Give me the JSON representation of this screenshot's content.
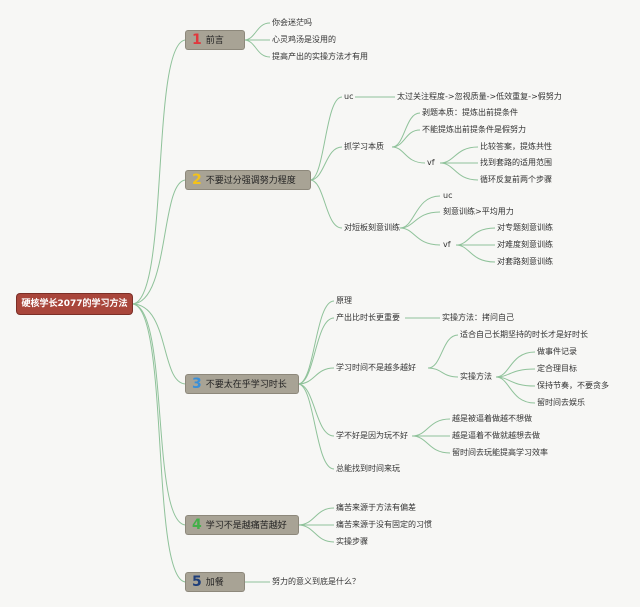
{
  "root": {
    "label": "硬核学长2077的学习方法"
  },
  "colors": {
    "root_bg": "#a9463b",
    "topic_bg": "#a8a395",
    "line": "#8fc29a",
    "num1": "#e0393e",
    "num2": "#f3c21a",
    "num3": "#3a8fd8",
    "num4": "#43b04a",
    "num5": "#1f3f7a"
  },
  "topics": [
    {
      "num": "1",
      "label": "前言",
      "children": [
        "你会迷茫吗",
        "心灵鸡汤是没用的",
        "提高产出的实操方法才有用"
      ]
    },
    {
      "num": "2",
      "label": "不要过分强调努力程度",
      "uc": "uc",
      "uc_child": "太过关注程度->忽视质量->低效重复->假努力",
      "study": "抓学习本质",
      "study_children": [
        "剥题本质：提炼出前提条件",
        "不能提炼出前提条件是假努力"
      ],
      "vf": "vf",
      "vf_children": [
        "比较答案，提炼共性",
        "找到套路的适用范围",
        "循环反复前两个步骤"
      ],
      "train": "对短板刻意训练",
      "train_uc": "uc",
      "train_child": "刻意训练>平均用力",
      "train_vf": "vf",
      "train_vf_children": [
        "对专题刻意训练",
        "对难度刻意训练",
        "对套路刻意训练"
      ]
    },
    {
      "num": "3",
      "label": "不要太在乎学习时长",
      "principle": "原理",
      "output": "产出比时长更重要",
      "output_child": "实操方法：拷问自己",
      "longer": "学习时间不是越多越好",
      "longer_child": "适合自己长期坚持的时长才是好时长",
      "method": "实操方法",
      "method_children": [
        "做事件记录",
        "定合理目标",
        "保持节奏，不要贪多",
        "留时间去娱乐"
      ],
      "play": "学不好是因为玩不好",
      "play_children": [
        "越是被逼着做越不想做",
        "越是逼着不做就越想去做",
        "留时间去玩能提高学习效率"
      ],
      "find_time": "总能找到时间来玩"
    },
    {
      "num": "4",
      "label": "学习不是越痛苦越好",
      "children": [
        "痛苦来源于方法有偏差",
        "痛苦来源于没有固定的习惯",
        "实操步骤"
      ]
    },
    {
      "num": "5",
      "label": "加餐",
      "children": [
        "努力的意义到底是什么？"
      ]
    }
  ]
}
